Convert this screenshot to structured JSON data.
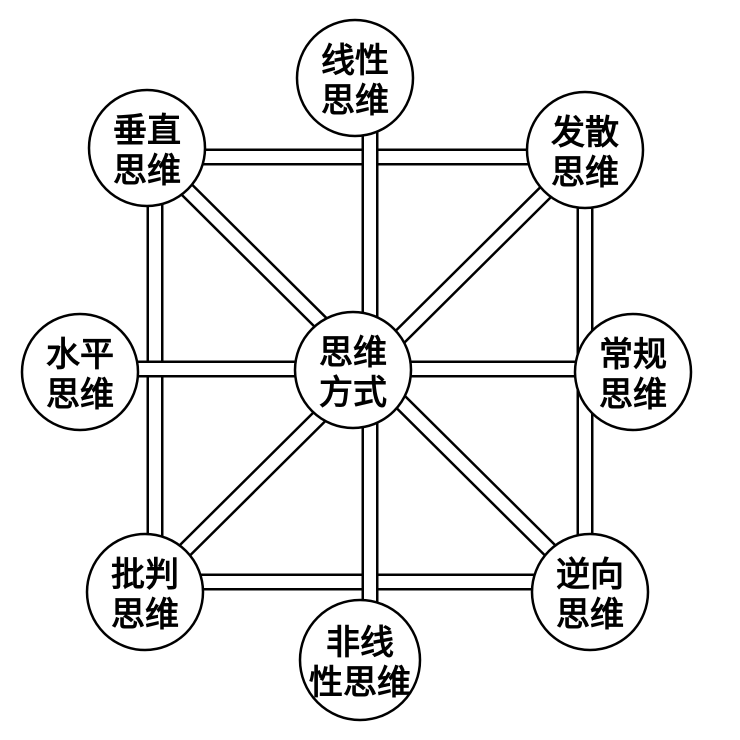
{
  "center": {
    "id": "center",
    "lines": [
      "思维",
      "方式"
    ]
  },
  "nodes": [
    {
      "id": "top",
      "lines": [
        "线性",
        "思维"
      ]
    },
    {
      "id": "top-left",
      "lines": [
        "垂直",
        "思维"
      ]
    },
    {
      "id": "top-right",
      "lines": [
        "发散",
        "思维"
      ]
    },
    {
      "id": "left",
      "lines": [
        "水平",
        "思维"
      ]
    },
    {
      "id": "right",
      "lines": [
        "常规",
        "思维"
      ]
    },
    {
      "id": "bottom-left",
      "lines": [
        "批判",
        "思维"
      ]
    },
    {
      "id": "bottom",
      "lines": [
        "非线",
        "性思维"
      ]
    },
    {
      "id": "bottom-right",
      "lines": [
        "逆向",
        "思维"
      ]
    }
  ],
  "colors": {
    "stroke": "#000000",
    "fill": "#ffffff"
  }
}
